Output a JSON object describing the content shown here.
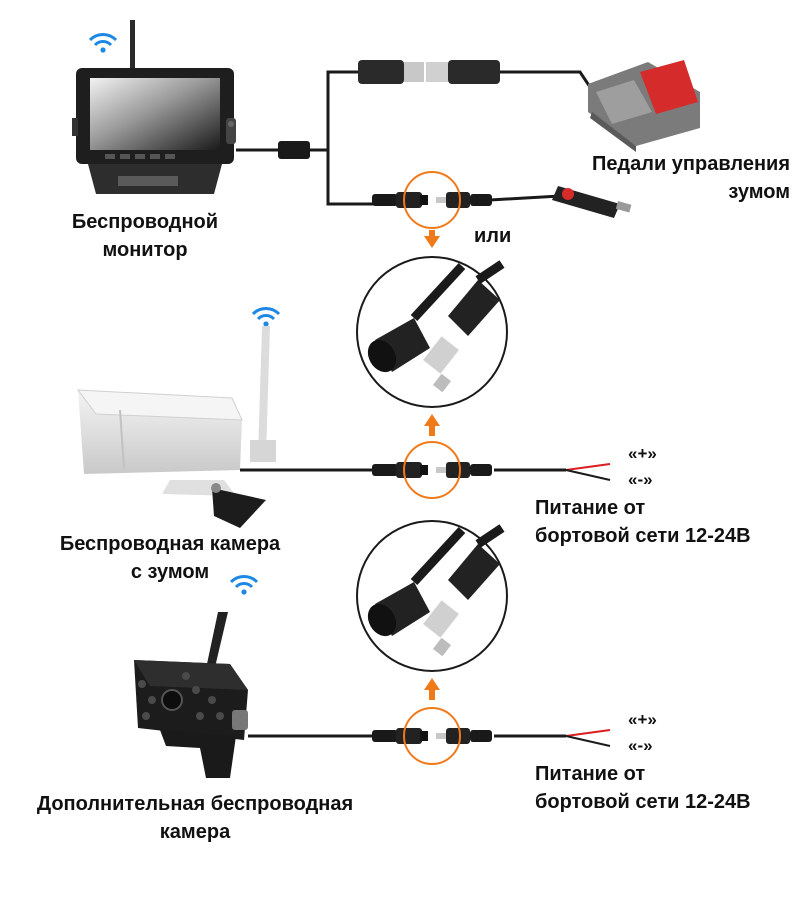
{
  "labels": {
    "monitor_line1": "Беспроводной",
    "monitor_line2": "монитор",
    "pedal_line1": "Педали управления",
    "pedal_line2": "зумом",
    "or": "или",
    "camera_line1": "Беспроводная камера",
    "camera_line2": "с зумом",
    "power1_line1": "Питание от",
    "power1_line2": "бортовой сети 12-24В",
    "plus1": "«+»",
    "minus1": "«-»",
    "extra_line1": "Дополнительная беспроводная",
    "extra_line2": "камера",
    "power2_line1": "Питание от",
    "power2_line2": "бортовой сети 12-24В",
    "plus2": "«+»",
    "minus2": "«-»"
  },
  "colors": {
    "accent_orange": "#f07a1a",
    "wifi_blue": "#1e88e5",
    "pedal_red": "#d62b2b",
    "wire_red": "#d91f1f",
    "cable_black": "#1a1a1a"
  },
  "icons": [
    "wifi-icon",
    "monitor-device",
    "camera-device",
    "pedal-device",
    "dc-connector-icon",
    "cigarette-plug-icon",
    "arrow-up-icon",
    "arrow-down-icon"
  ]
}
